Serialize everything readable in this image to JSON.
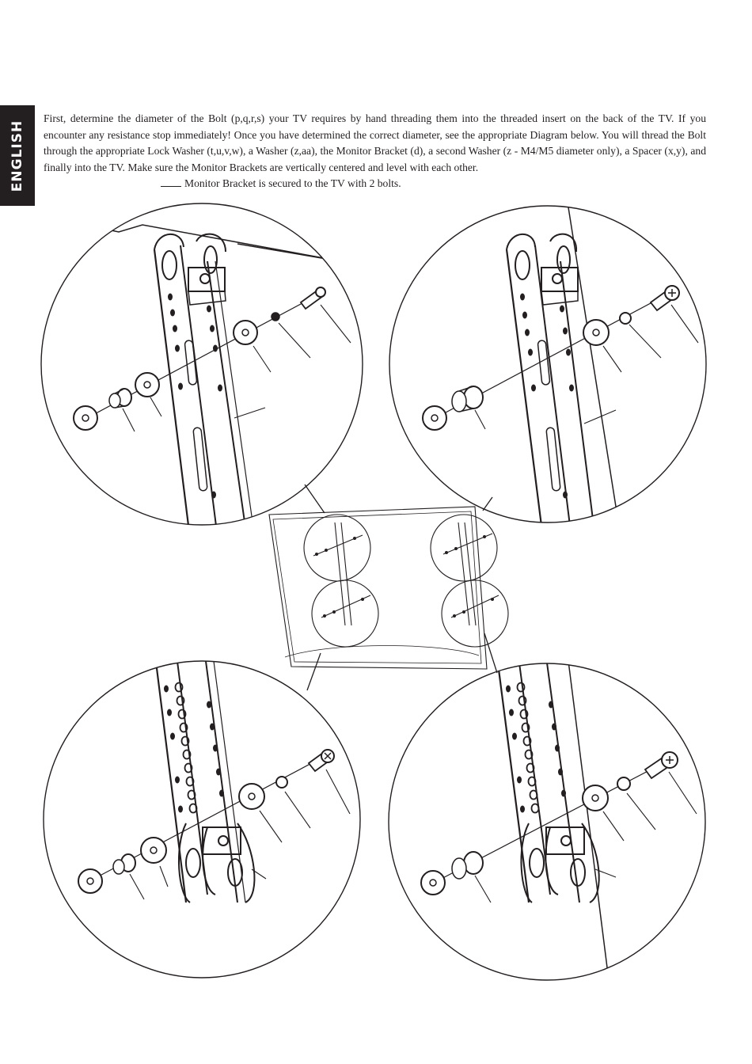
{
  "language_tab": "ENGLISH",
  "instructions": {
    "text": "First, determine the diameter of the Bolt (p,q,r,s) your TV requires by hand threading them into the threaded insert on the back of the TV. If you encounter any resistance stop immediately! Once you have determined the correct diameter, see the appropriate Diagram below. You will thread the Bolt through the appropriate Lock Washer (t,u,v,w), a Washer (z,aa), the Monitor Bracket (d), a second Washer (z - M4/M5 diameter only), a Spacer (x,y), and finally into the TV. Make sure the Monitor Brackets are vertically centered and level with each other.",
    "last_line": "Monitor Bracket is secured to the TV with 2 bolts."
  },
  "diagram": {
    "panels": [
      "top-left-detail",
      "top-right-detail",
      "bottom-left-detail",
      "bottom-right-detail"
    ],
    "center_overview": "tv-back-overview"
  }
}
